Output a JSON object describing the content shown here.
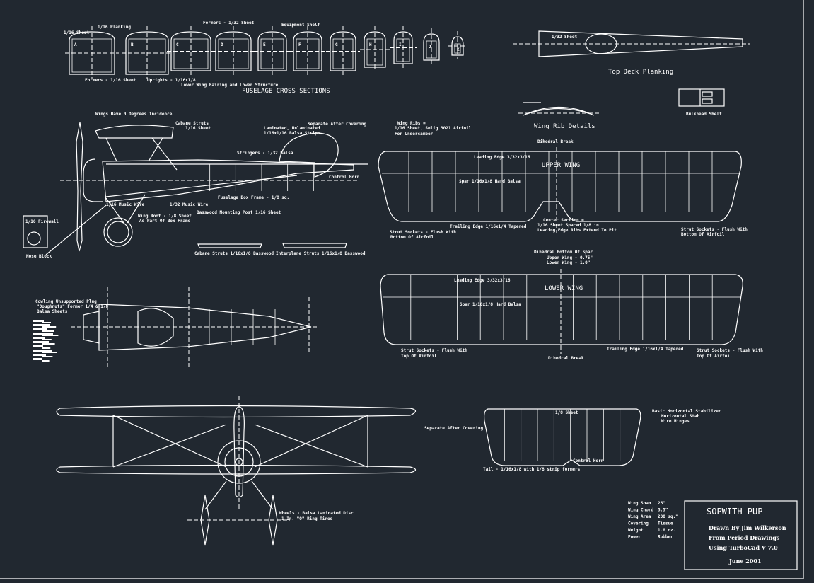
{
  "cross_sections": {
    "title": "FUSELAGE CROSS SECTIONS",
    "labels": [
      "1/16 Sheet",
      "1/16 Planking",
      "Formers - 1/16 Sheet",
      "Uprights - 1/16x1/8",
      "Formers - 1/32 Sheet",
      "Equipment Shelf",
      "Lower Wing Fairing and Lower Structure"
    ],
    "section_letters": [
      "A",
      "B",
      "C",
      "D",
      "E",
      "F",
      "G",
      "H",
      "I",
      "J",
      "K"
    ]
  },
  "top_deck": {
    "title": "Top Deck Planking",
    "label": "1/32 Sheet"
  },
  "bulkhead": {
    "title": "Bulkhead Shelf"
  },
  "wing_rib": {
    "title": "Wing Rib Details",
    "note_lines": [
      "Wing Ribs =",
      "1/16 Sheet, Selig 3021 Airfoil",
      "For Undercamber"
    ]
  },
  "upper_wing": {
    "title": "UPPER WING",
    "labels": [
      "Dihedral Break",
      "Leading Edge 3/32x3/16",
      "Spar 1/16x1/8 Hard Balsa",
      "Trailing Edge 1/16x1/4 Tapered",
      "Center Section =",
      "1/16 Sheet Spaced 1/8 in",
      "Leading Edge Ribs Extend To Pit",
      "Strut Sockets - Flush With",
      "Bottom Of Airfoil"
    ]
  },
  "dihedral_note": [
    "Dihedral Bottom Of Spar",
    "Upper Wing - 0.75\"",
    "Lower Wing - 1.0\""
  ],
  "lower_wing": {
    "title": "LOWER WING",
    "labels": [
      "Leading Edge 3/32x3/16",
      "Spar 1/16x1/8 Hard Balsa",
      "Trailing Edge 1/16x1/4 Tapered",
      "Dihedral Break",
      "Strut Sockets - Flush With",
      "Top Of Airfoil",
      "Strut Sockets - Flush With",
      "Top Of Airfoil"
    ]
  },
  "side_view": {
    "labels": [
      "Wings Have 0 Degrees Incidence",
      "1/16 Sheet",
      "Cabane Struts",
      "Laminated, Unlaminated",
      "1/16x1/16 Balsa Strips",
      "Separate After Covering",
      "Stringers - 1/32 Balsa",
      "Control Horn",
      "Fuselage Box Frame - 1/8 sq.",
      "Basswood Mounting Post 1/16 Sheet",
      "Wing Root - 1/8 Sheet",
      "As Part Of Box Frame",
      "1/16 Firewall",
      "Nose Block",
      "1/16 Music Wire",
      "1/32 Music Wire"
    ],
    "strut_labels": [
      "Cabane Struts 1/16x1/8 Basswood",
      "Interplane Struts 1/16x1/8 Basswood"
    ]
  },
  "top_view": {
    "labels": [
      "Cowling Unsupported Plug",
      "\"Doughnuts\" Former 1/4 & 1/8",
      "Balsa Sheets"
    ]
  },
  "front_view": {
    "labels": [
      "Wheels - Balsa Laminated Disc",
      "1 In. \"O\" Ring Tires"
    ]
  },
  "tail": {
    "labels": [
      "Basic Horizontal Stabilizer",
      "Horizontal Stab",
      "Wire Hinges",
      "Separate After Covering",
      "1/8 Sheet",
      "Control Horn",
      "Tail - 1/16x1/8 with 1/8 strip formers"
    ]
  },
  "specs": [
    {
      "k": "Wing Span",
      "v": "26\""
    },
    {
      "k": "Wing Chord",
      "v": "3.5\""
    },
    {
      "k": "Wing Area",
      "v": "200 sq.\""
    },
    {
      "k": "Covering",
      "v": "Tissue"
    },
    {
      "k": "Weight",
      "v": "1.0 oz."
    },
    {
      "k": "Power",
      "v": "Rubber"
    }
  ],
  "title_block": {
    "title": "SOPWITH PUP",
    "drawn_by": "Drawn By Jim Wilkerson",
    "from": "From Period Drawings",
    "using": "Using TurboCad V 7.0",
    "date": "June 2001"
  }
}
